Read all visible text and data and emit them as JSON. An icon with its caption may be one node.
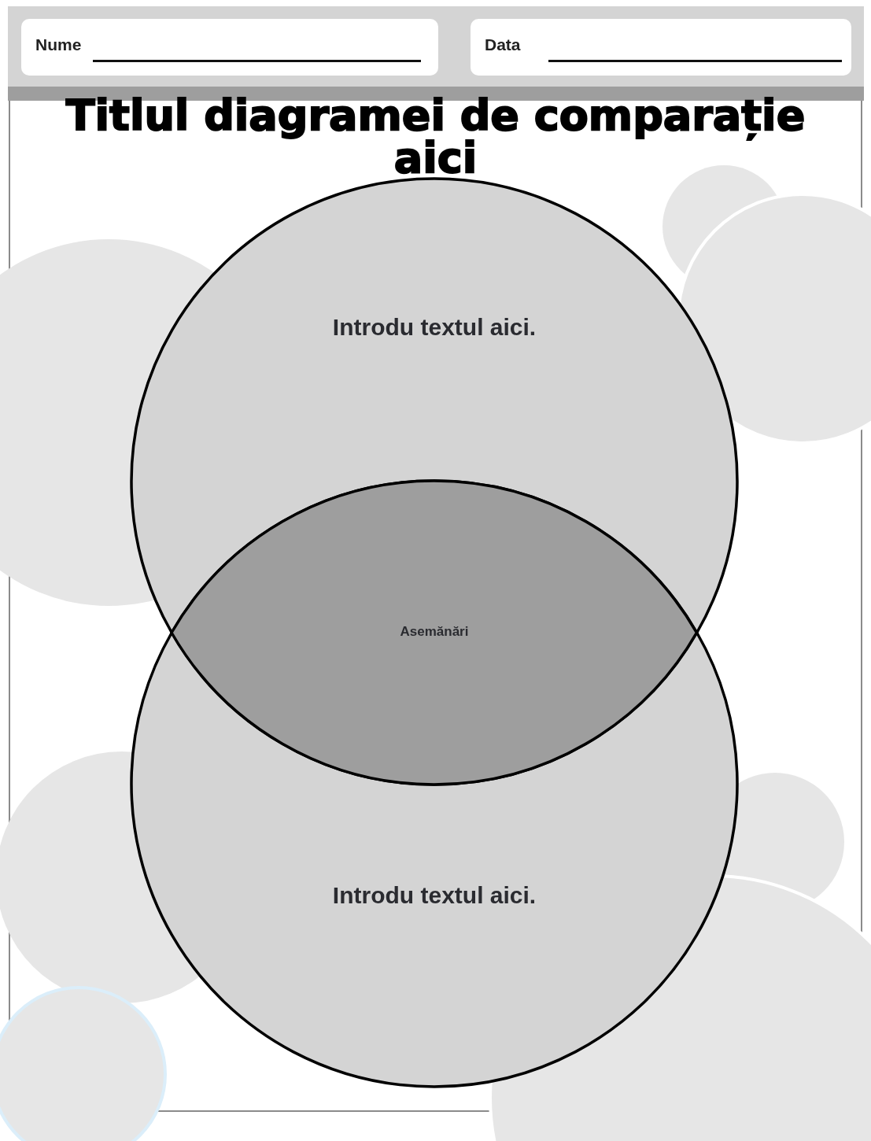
{
  "diagram": {
    "title": "Titlul diagramei de comparație aici",
    "nodes": [
      {
        "text": [
          "Introdu textul aici."
        ]
      },
      {
        "text": [
          "Introdu textul aici."
        ]
      },
      {
        "text": [
          "Asemănări"
        ]
      }
    ],
    "labels": [
      "Nume",
      "Data"
    ]
  }
}
